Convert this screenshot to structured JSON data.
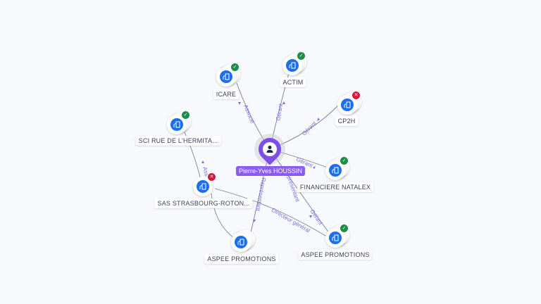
{
  "center": {
    "name": "Pierre-Yves HOUSSIN",
    "icon": "person-icon"
  },
  "companies": [
    {
      "id": "icare",
      "label": "ICARE",
      "status": "active"
    },
    {
      "id": "actim",
      "label": "ACTIM",
      "status": "active"
    },
    {
      "id": "cp2h",
      "label": "CP2H",
      "status": "closed"
    },
    {
      "id": "sci",
      "label": "SCI RUE DE L'HERMITA...",
      "status": "active"
    },
    {
      "id": "financiere",
      "label": "FINANCIERE NATALEX",
      "status": "active"
    },
    {
      "id": "sas",
      "label": "SAS STRASBOURG-ROTON...",
      "status": "closed"
    },
    {
      "id": "aspee1",
      "label": "ASPEE PROMOTIONS",
      "status": "none"
    },
    {
      "id": "aspee2",
      "label": "ASPEE PROMOTIONS",
      "status": "active"
    }
  ],
  "edges": [
    {
      "label": "Associé"
    },
    {
      "label": "Gérant"
    },
    {
      "label": "Gérant"
    },
    {
      "label": "Gérant"
    },
    {
      "label": "Représentant"
    },
    {
      "label": "Représentant"
    },
    {
      "label": "Gérant"
    },
    {
      "label": "Directeur général"
    },
    {
      "label": "Ass"
    }
  ],
  "colors": {
    "person": "#8a5cf0",
    "company": "#1a6ef0",
    "ok": "#1e8c4a",
    "ko": "#d3183f",
    "edge_label": "#7b6fe0"
  }
}
